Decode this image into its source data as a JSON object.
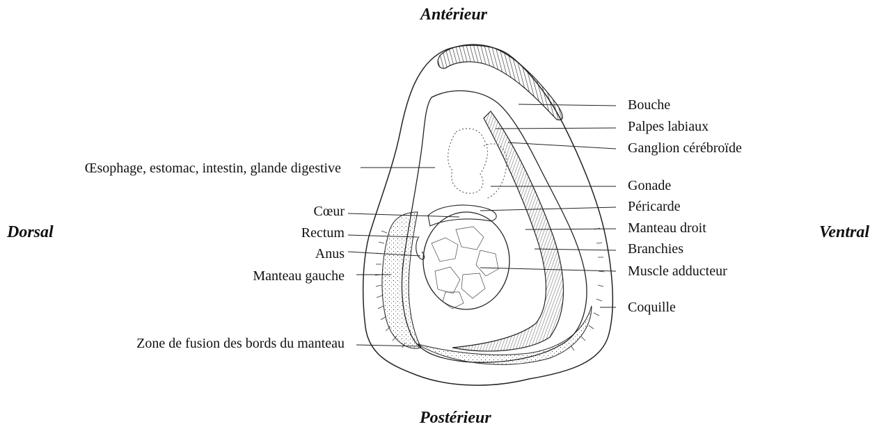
{
  "orientation": {
    "top": "Antérieur",
    "bottom": "Postérieur",
    "left": "Dorsal",
    "right": "Ventral"
  },
  "labels_left": [
    {
      "id": "oesophage",
      "text": "Œsophage, estomac, intestin, glande digestive"
    },
    {
      "id": "coeur",
      "text": "Cœur"
    },
    {
      "id": "rectum",
      "text": "Rectum"
    },
    {
      "id": "anus",
      "text": "Anus"
    },
    {
      "id": "manteau-gauche",
      "text": "Manteau gauche"
    },
    {
      "id": "zone-fusion",
      "text": "Zone de fusion des bords du manteau"
    }
  ],
  "labels_right": [
    {
      "id": "bouche",
      "text": "Bouche"
    },
    {
      "id": "palpes",
      "text": "Palpes labiaux"
    },
    {
      "id": "ganglion",
      "text": "Ganglion cérébroïde"
    },
    {
      "id": "gonade",
      "text": "Gonade"
    },
    {
      "id": "pericarde",
      "text": "Péricarde"
    },
    {
      "id": "manteau-droit",
      "text": "Manteau droit"
    },
    {
      "id": "branchies",
      "text": "Branchies"
    },
    {
      "id": "muscle",
      "text": "Muscle adducteur"
    },
    {
      "id": "coquille",
      "text": "Coquille"
    }
  ]
}
